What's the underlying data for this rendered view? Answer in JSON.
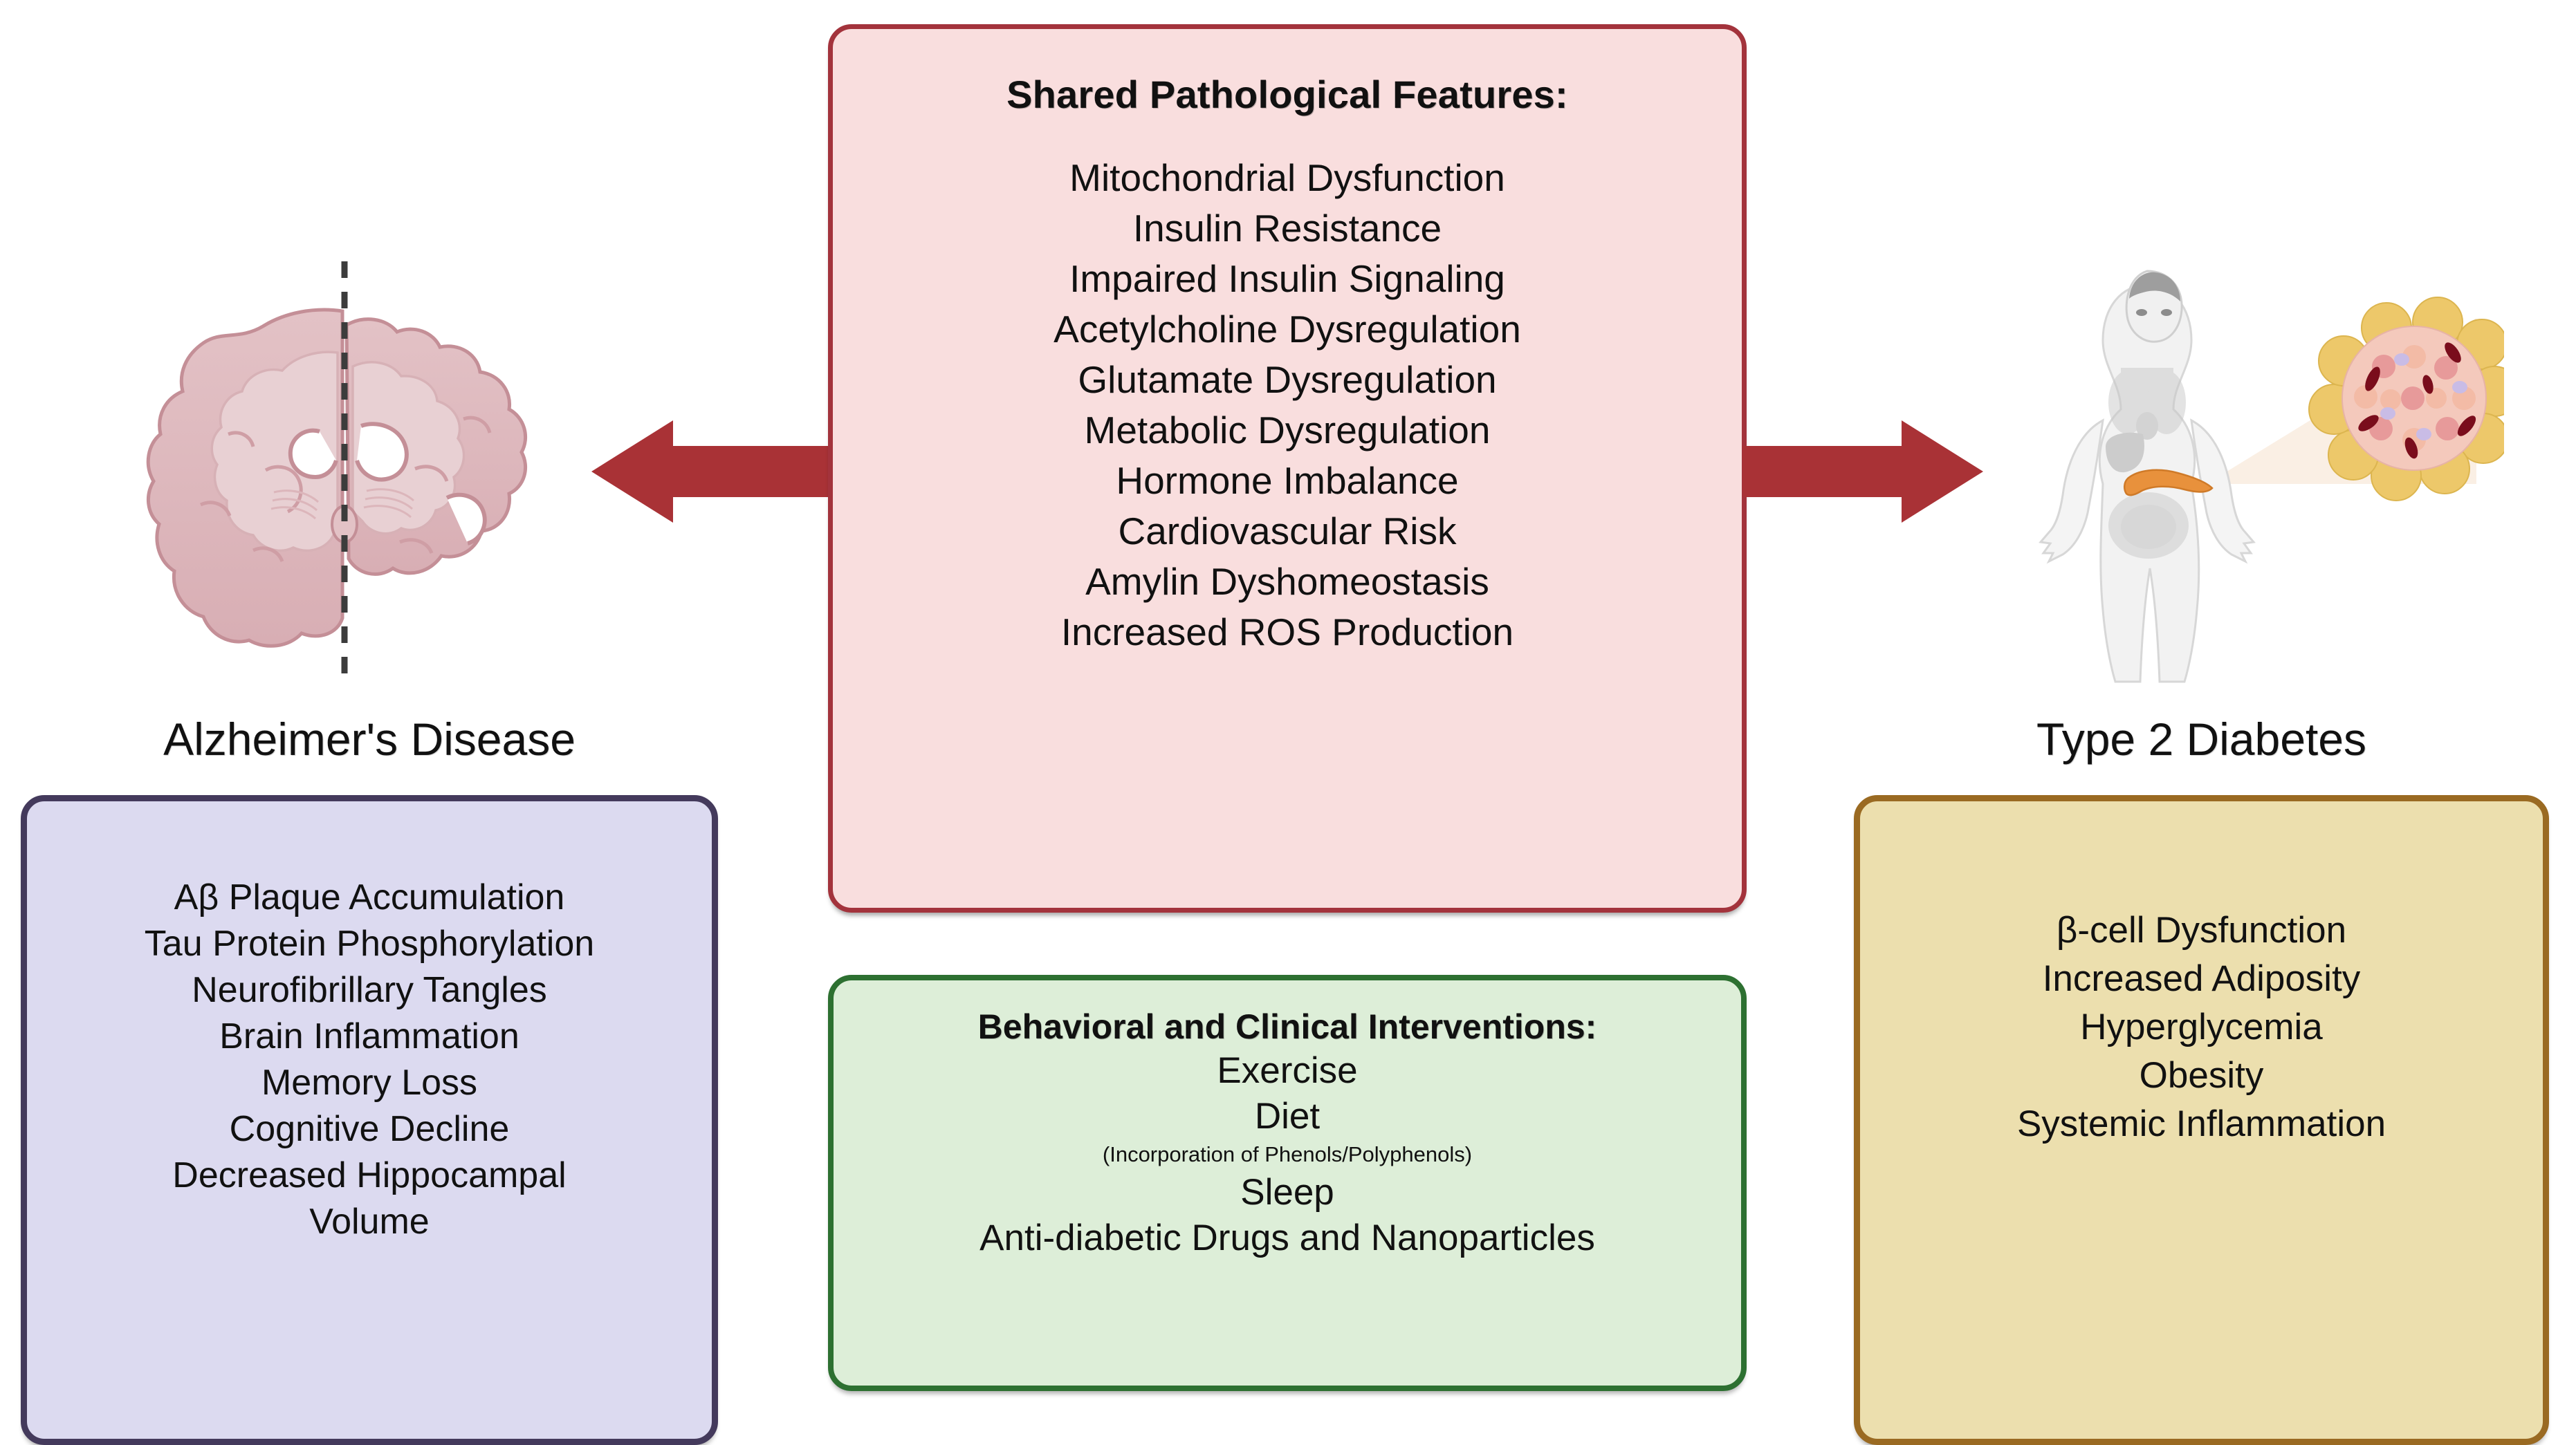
{
  "colors": {
    "arrow": "#a93236",
    "shared_border": "#a3333c",
    "shared_fill": "#f9dede",
    "interventions_border": "#2d7031",
    "interventions_fill": "#ddeed8",
    "ad_border": "#443a5c",
    "ad_fill": "#dcdaf0",
    "t2d_border": "#9a6a22",
    "t2d_fill": "#ecdfae",
    "brain_tissue": "#d9b0b5",
    "brain_outline": "#c48f97",
    "pancreas": "#e8913c",
    "islet_acinar": "#edc86a",
    "body_gray": "#efefef"
  },
  "alzheimers": {
    "title": "Alzheimer's Disease",
    "features": [
      "Aβ Plaque Accumulation",
      "Tau Protein Phosphorylation",
      "Neurofibrillary Tangles",
      "Brain Inflammation",
      "Memory Loss",
      "Cognitive Decline",
      "Decreased Hippocampal",
      "Volume"
    ]
  },
  "shared": {
    "heading": "Shared Pathological Features:",
    "features": [
      "Mitochondrial Dysfunction",
      "Insulin Resistance",
      "Impaired Insulin Signaling",
      "Acetylcholine Dysregulation",
      "Glutamate Dysregulation",
      "Metabolic Dysregulation",
      "Hormone Imbalance",
      "Cardiovascular Risk",
      "Amylin Dyshomeostasis",
      "Increased ROS Production"
    ]
  },
  "interventions": {
    "heading": "Behavioral and Clinical Interventions:",
    "items": [
      {
        "label": "Exercise",
        "sub": null
      },
      {
        "label": "Diet",
        "sub": "(Incorporation of Phenols/Polyphenols)"
      },
      {
        "label": "Sleep",
        "sub": null
      },
      {
        "label": "Anti-diabetic Drugs and Nanoparticles",
        "sub": null
      }
    ]
  },
  "type2diabetes": {
    "title": "Type 2 Diabetes",
    "features": [
      "β-cell Dysfunction",
      "Increased Adiposity",
      "Hyperglycemia",
      "Obesity",
      "Systemic Inflammation"
    ]
  },
  "arrows": {
    "left": "arrow-pointing-left-to-alzheimers",
    "right": "arrow-pointing-right-to-type-2-diabetes"
  },
  "illustrations": {
    "brain": "coronal-brain-section-with-dashed-midline",
    "body": "obese-human-figure-with-pancreas-and-islet-inset"
  }
}
